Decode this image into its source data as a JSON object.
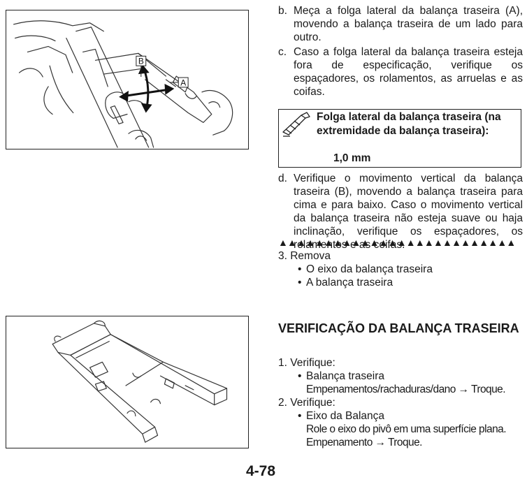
{
  "figure_top": {
    "label_a": "A",
    "label_b": "B"
  },
  "steps_top": [
    {
      "label": "b.",
      "text": "Meça a folga lateral da balança traseira (A), movendo a balança traseira de um lado para outro."
    },
    {
      "label": "c.",
      "text": "Caso a folga lateral da balança traseira esteja fora de especificação, verifique os espaçadores, os rolamentos, as arruelas e as coifas."
    }
  ],
  "spec": {
    "icon": "caliper-gauge-icon",
    "label": "Folga lateral da balança traseira (na extremidade da balança traseira):",
    "value": "1,0 mm"
  },
  "step_d": {
    "label": "d.",
    "text": "Verifique o movimento vertical da balança traseira (B), movendo a balança traseira para cima e para baixo. Caso o movimento vertical da balança traseira não esteja suave ou haja inclinação, verifique os espaçadores, os rolamentos e as coifas."
  },
  "end_marker": "▲▲▲▲▲▲▲▲▲▲▲▲▲▲▲▲▲▲▲▲▲▲▲▲▲▲",
  "remove": {
    "label": "3. Remova",
    "items": [
      "O eixo da balança traseira",
      "A balança traseira"
    ]
  },
  "section_title": "VERIFICAÇÃO DA BALANÇA TRASEIRA",
  "check_1": {
    "label": "1. Verifique:",
    "item": "Balança traseira",
    "detail": "Empenamentos/rachaduras/dano → Troque."
  },
  "check_2": {
    "label": "2. Verifique:",
    "item": "Eixo da Balança",
    "details": [
      "Role o eixo do pivô em uma superfície plana.",
      "Empenamento → Troque."
    ]
  },
  "page_number": "4-78"
}
